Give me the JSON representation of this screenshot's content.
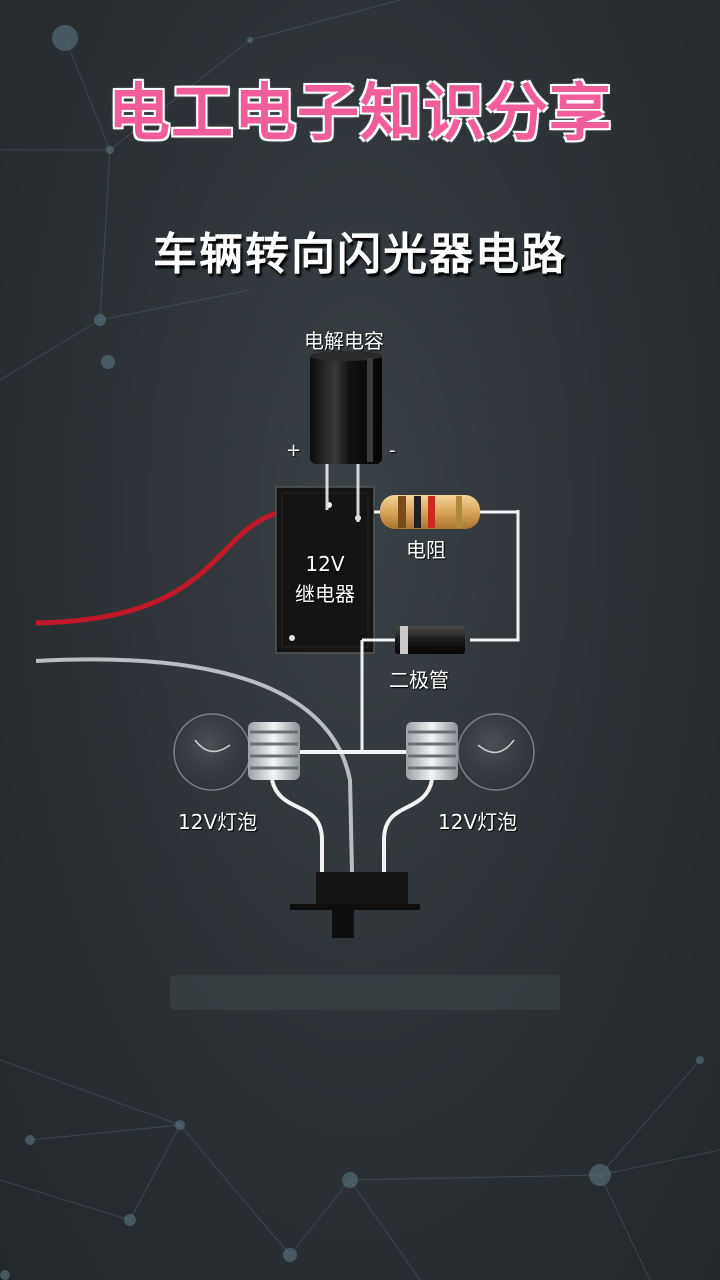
{
  "header": {
    "channel_title": "电工电子知识分享",
    "circuit_title": "车辆转向闪光器电路"
  },
  "components": {
    "capacitor_label": "电解电容",
    "capacitor_plus": "+",
    "capacitor_minus": "-",
    "relay_label_line1": "12V",
    "relay_label_line2": "继电器",
    "resistor_label": "电阻",
    "diode_label": "二极管",
    "bulb_left_label": "12V灯泡",
    "bulb_right_label": "12V灯泡"
  },
  "colors": {
    "title_pink": "#f15c9a",
    "wire_red": "#c0182a",
    "wire_white": "#f2f2f2",
    "wire_gray": "#b9bec2"
  }
}
